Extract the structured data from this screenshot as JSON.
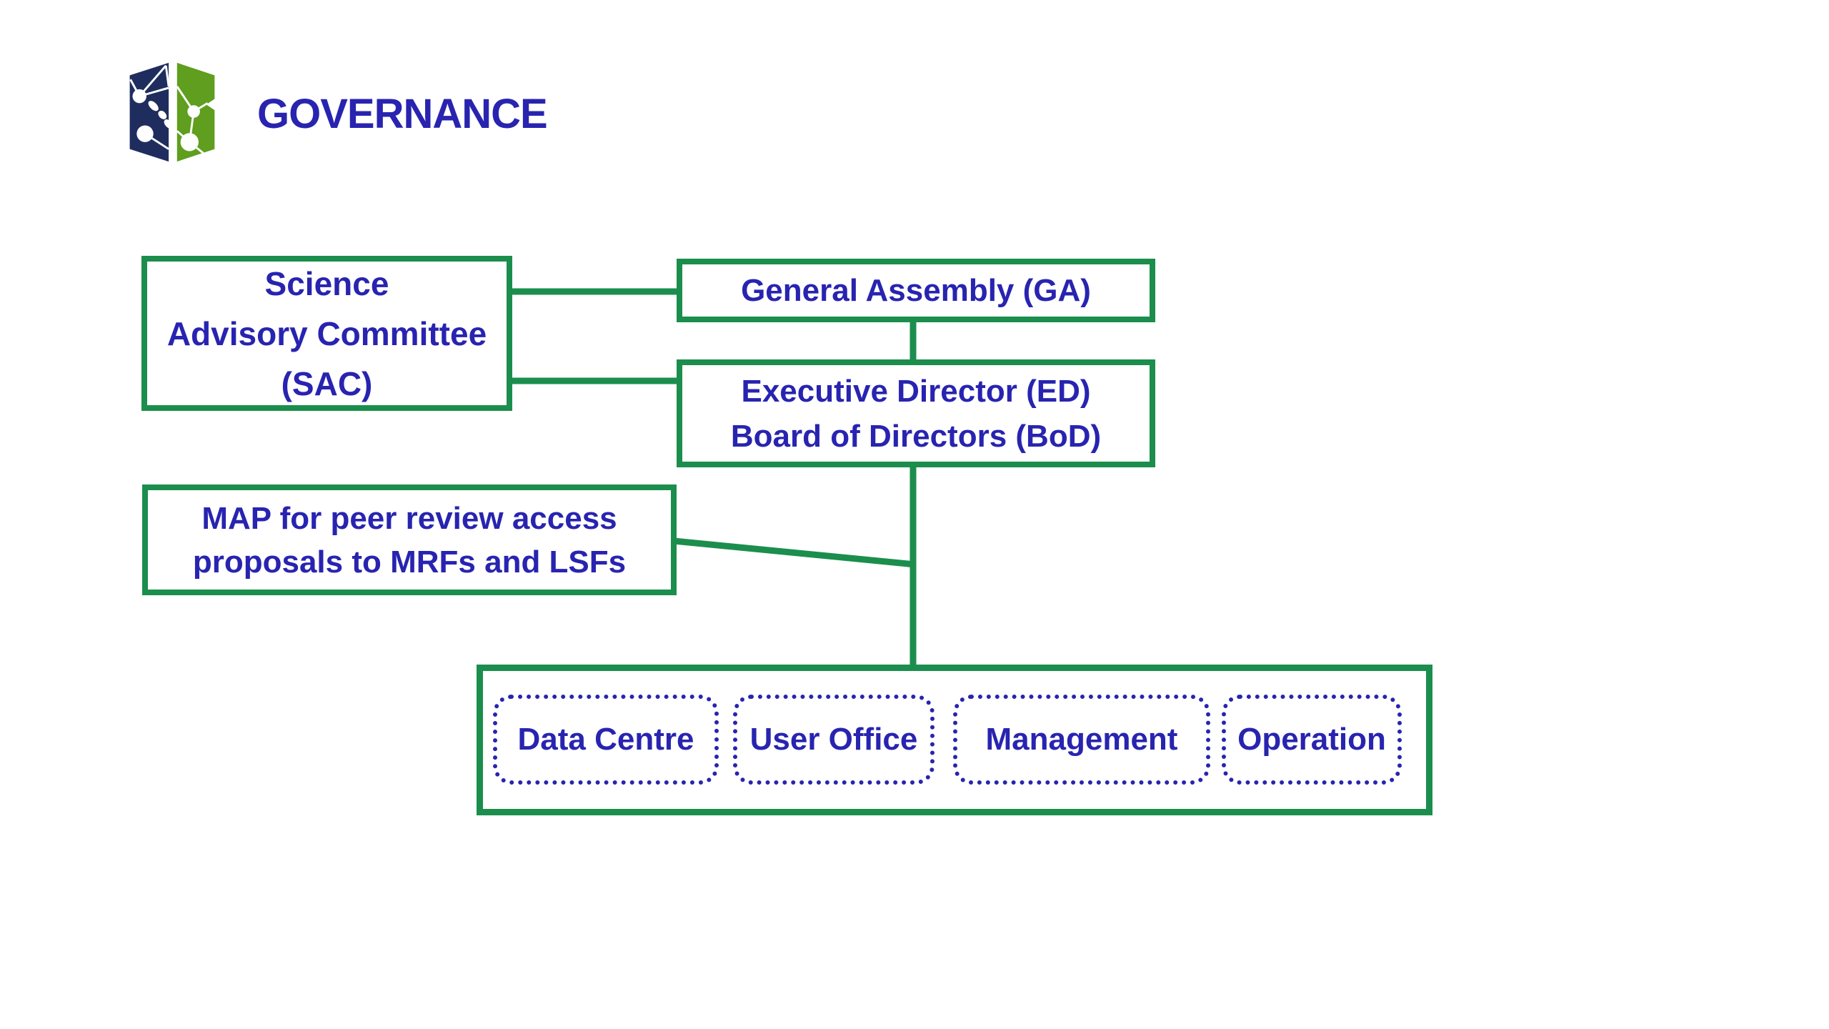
{
  "page": {
    "title": "GOVERNANCE"
  },
  "colors": {
    "accent_green": "#1b8e4d",
    "text_blue": "#2824b0",
    "logo_navy": "#1f2d5e",
    "logo_green": "#5f9e1e"
  },
  "logo": {
    "name": "network-panels-logo"
  },
  "org_chart": {
    "nodes": {
      "sac": {
        "lines": [
          "Science",
          "Advisory Committee",
          "(SAC)"
        ]
      },
      "ga": {
        "lines": [
          "General Assembly (GA)"
        ]
      },
      "ed": {
        "lines": [
          "Executive Director (ED)",
          "Board of Directors (BoD)"
        ]
      },
      "map": {
        "lines": [
          "MAP for peer review access",
          "proposals to MRFs and LSFs"
        ]
      }
    },
    "departments": [
      "Data Centre",
      "User Office",
      "Management",
      "Operation"
    ],
    "edges": [
      {
        "from": "Science Advisory Committee (SAC)",
        "to": "General Assembly (GA)"
      },
      {
        "from": "Science Advisory Committee (SAC)",
        "to": "Executive Director (ED) / Board of Directors (BoD)"
      },
      {
        "from": "General Assembly (GA)",
        "to": "Executive Director (ED) / Board of Directors (BoD)"
      },
      {
        "from": "Executive Director (ED) / Board of Directors (BoD)",
        "to": "Departments"
      },
      {
        "from": "MAP for peer review access proposals to MRFs and LSFs",
        "to": "Executive Director (ED) / Board of Directors (BoD)"
      }
    ]
  }
}
